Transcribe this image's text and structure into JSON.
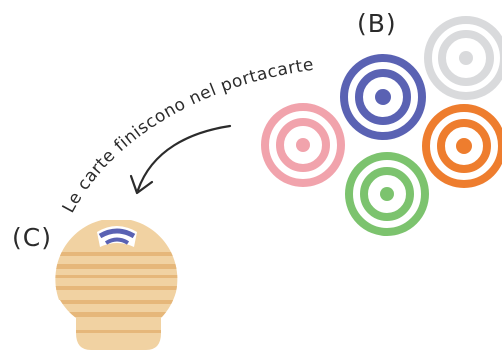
{
  "labels": {
    "section_b": "(B)",
    "section_c": "(C)",
    "caption": "Le carte finiscono nel portacarte"
  },
  "colors": {
    "background": "#ffffff",
    "ink": "#2b2b2b",
    "target_gray": "#d9dadc",
    "target_blue": "#5a62b3",
    "target_pink": "#f1a3ac",
    "target_orange": "#ee7d2e",
    "target_green": "#7cc36e",
    "holder_wood": "#f1d2a2",
    "holder_stripe": "#e6b77a",
    "holder_card_accent": "#5a62b3"
  },
  "targets": [
    {
      "name": "target-gray",
      "color": "gray"
    },
    {
      "name": "target-blue",
      "color": "blue"
    },
    {
      "name": "target-pink",
      "color": "pink"
    },
    {
      "name": "target-orange",
      "color": "orange"
    },
    {
      "name": "target-green",
      "color": "green"
    }
  ],
  "icons": {
    "arrow": "curved-arrow-icon",
    "holder": "card-holder-icon"
  }
}
